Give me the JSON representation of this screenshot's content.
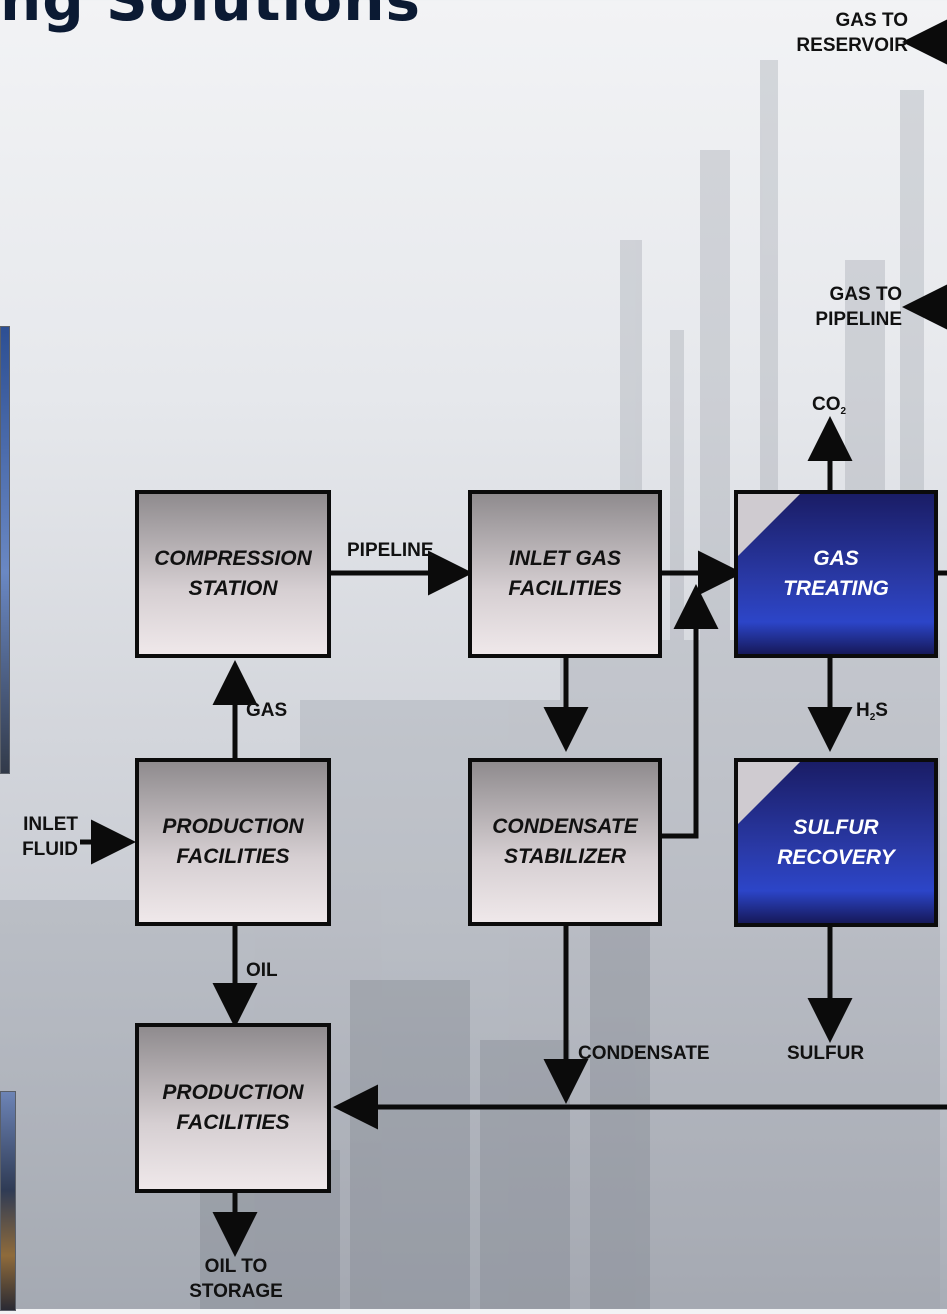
{
  "header": {
    "title_fragment": "ng Solutions"
  },
  "boxes": {
    "compression": {
      "line1": "COMPRESSION",
      "line2": "STATION"
    },
    "inlet_gas": {
      "line1": "INLET GAS",
      "line2": "FACILITIES"
    },
    "gas_treating": {
      "line1": "GAS",
      "line2": "TREATING"
    },
    "production_1": {
      "line1": "PRODUCTION",
      "line2": "FACILITIES"
    },
    "condensate_stab": {
      "line1": "CONDENSATE",
      "line2": "STABILIZER"
    },
    "sulfur_recovery": {
      "line1": "SULFUR",
      "line2": "RECOVERY"
    },
    "production_2": {
      "line1": "PRODUCTION",
      "line2": "FACILITIES"
    }
  },
  "labels": {
    "gas_to_reservoir": {
      "line1": "GAS TO",
      "line2": "RESERVOIR"
    },
    "gas_to_pipeline": {
      "line1": "GAS TO",
      "line2": "PIPELINE"
    },
    "co2": {
      "main": "CO",
      "sub": "2"
    },
    "pipeline": "PIPELINE",
    "gas": "GAS",
    "h2s": {
      "pre": "H",
      "sub": "2",
      "post": "S"
    },
    "inlet_fluid": {
      "line1": "INLET",
      "line2": "FLUID"
    },
    "oil": "OIL",
    "condensate": "CONDENSATE",
    "sulfur": "SULFUR",
    "oil_to_storage": {
      "line1": "OIL TO",
      "line2": "STORAGE"
    }
  },
  "colors": {
    "line": "#0b0b0b",
    "box_gray": "#d6cfd2",
    "box_blue": "#2a3aa8",
    "text_on_blue": "#ffffff"
  }
}
